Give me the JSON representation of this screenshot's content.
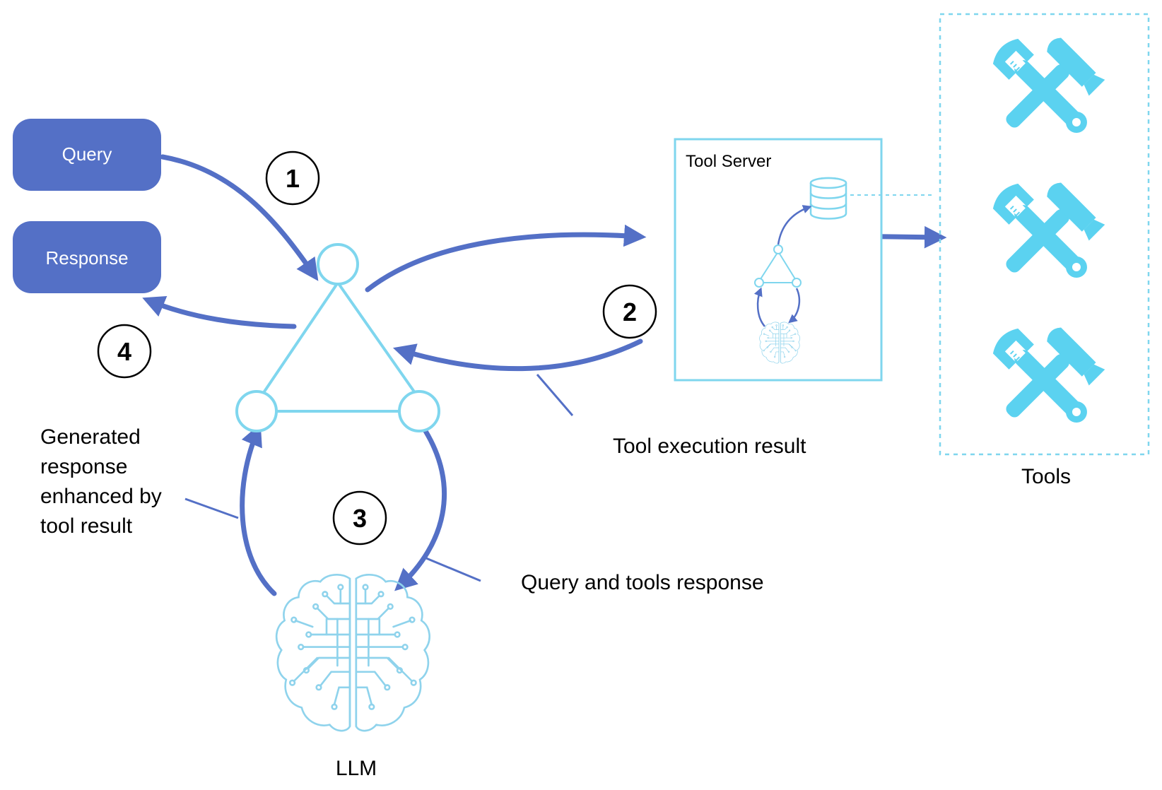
{
  "colors": {
    "accent": "#5470C6",
    "cyan": "#5BD2F0",
    "cyan_light": "#7FD6EE",
    "brain": "#8FD3EC"
  },
  "nodes": {
    "query": "Query",
    "response": "Response",
    "tool_server": "Tool Server",
    "tools": "Tools",
    "llm": "LLM"
  },
  "steps": [
    "1",
    "2",
    "3",
    "4"
  ],
  "annotations": {
    "tool_execution_result": "Tool execution result",
    "query_and_tools_response": "Query and tools response",
    "generated_response": [
      "Generated",
      "response",
      "enhanced by",
      "tool result"
    ]
  },
  "icons": [
    "hammer-wrench-icon",
    "database-icon",
    "brain-icon",
    "agent-triangle-icon"
  ]
}
